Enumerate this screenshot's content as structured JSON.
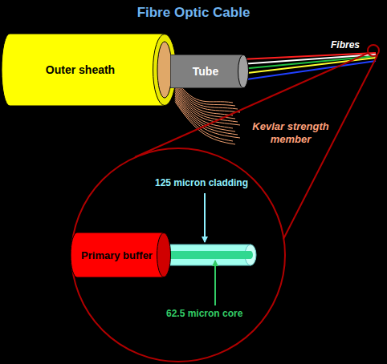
{
  "diagram": {
    "title": "Fibre Optic Cable",
    "nodes": [
      {
        "text": [
          "Outer sheath"
        ]
      },
      {
        "text": [
          "Tube"
        ]
      },
      {
        "text": [
          "Primary buffer"
        ]
      }
    ],
    "labels": [
      "Fibres",
      "Kevlar strength member",
      "125 micron cladding",
      "62.5 micron core"
    ]
  }
}
